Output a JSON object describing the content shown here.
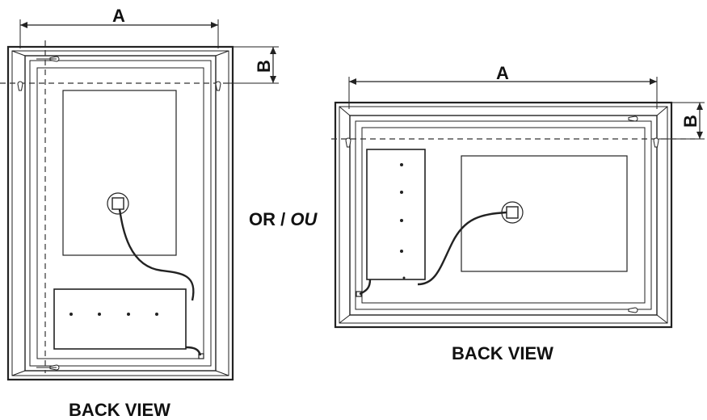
{
  "labels": {
    "dim_a": "A",
    "dim_b": "B",
    "or_word": "OR / ",
    "ou_word": "OU",
    "back_view": "BACK VIEW"
  },
  "colors": {
    "ink": "#222222",
    "background": "#ffffff"
  },
  "icons": {
    "hanger": "keyhole-hanger-icon",
    "junction": "junction-box-icon"
  }
}
